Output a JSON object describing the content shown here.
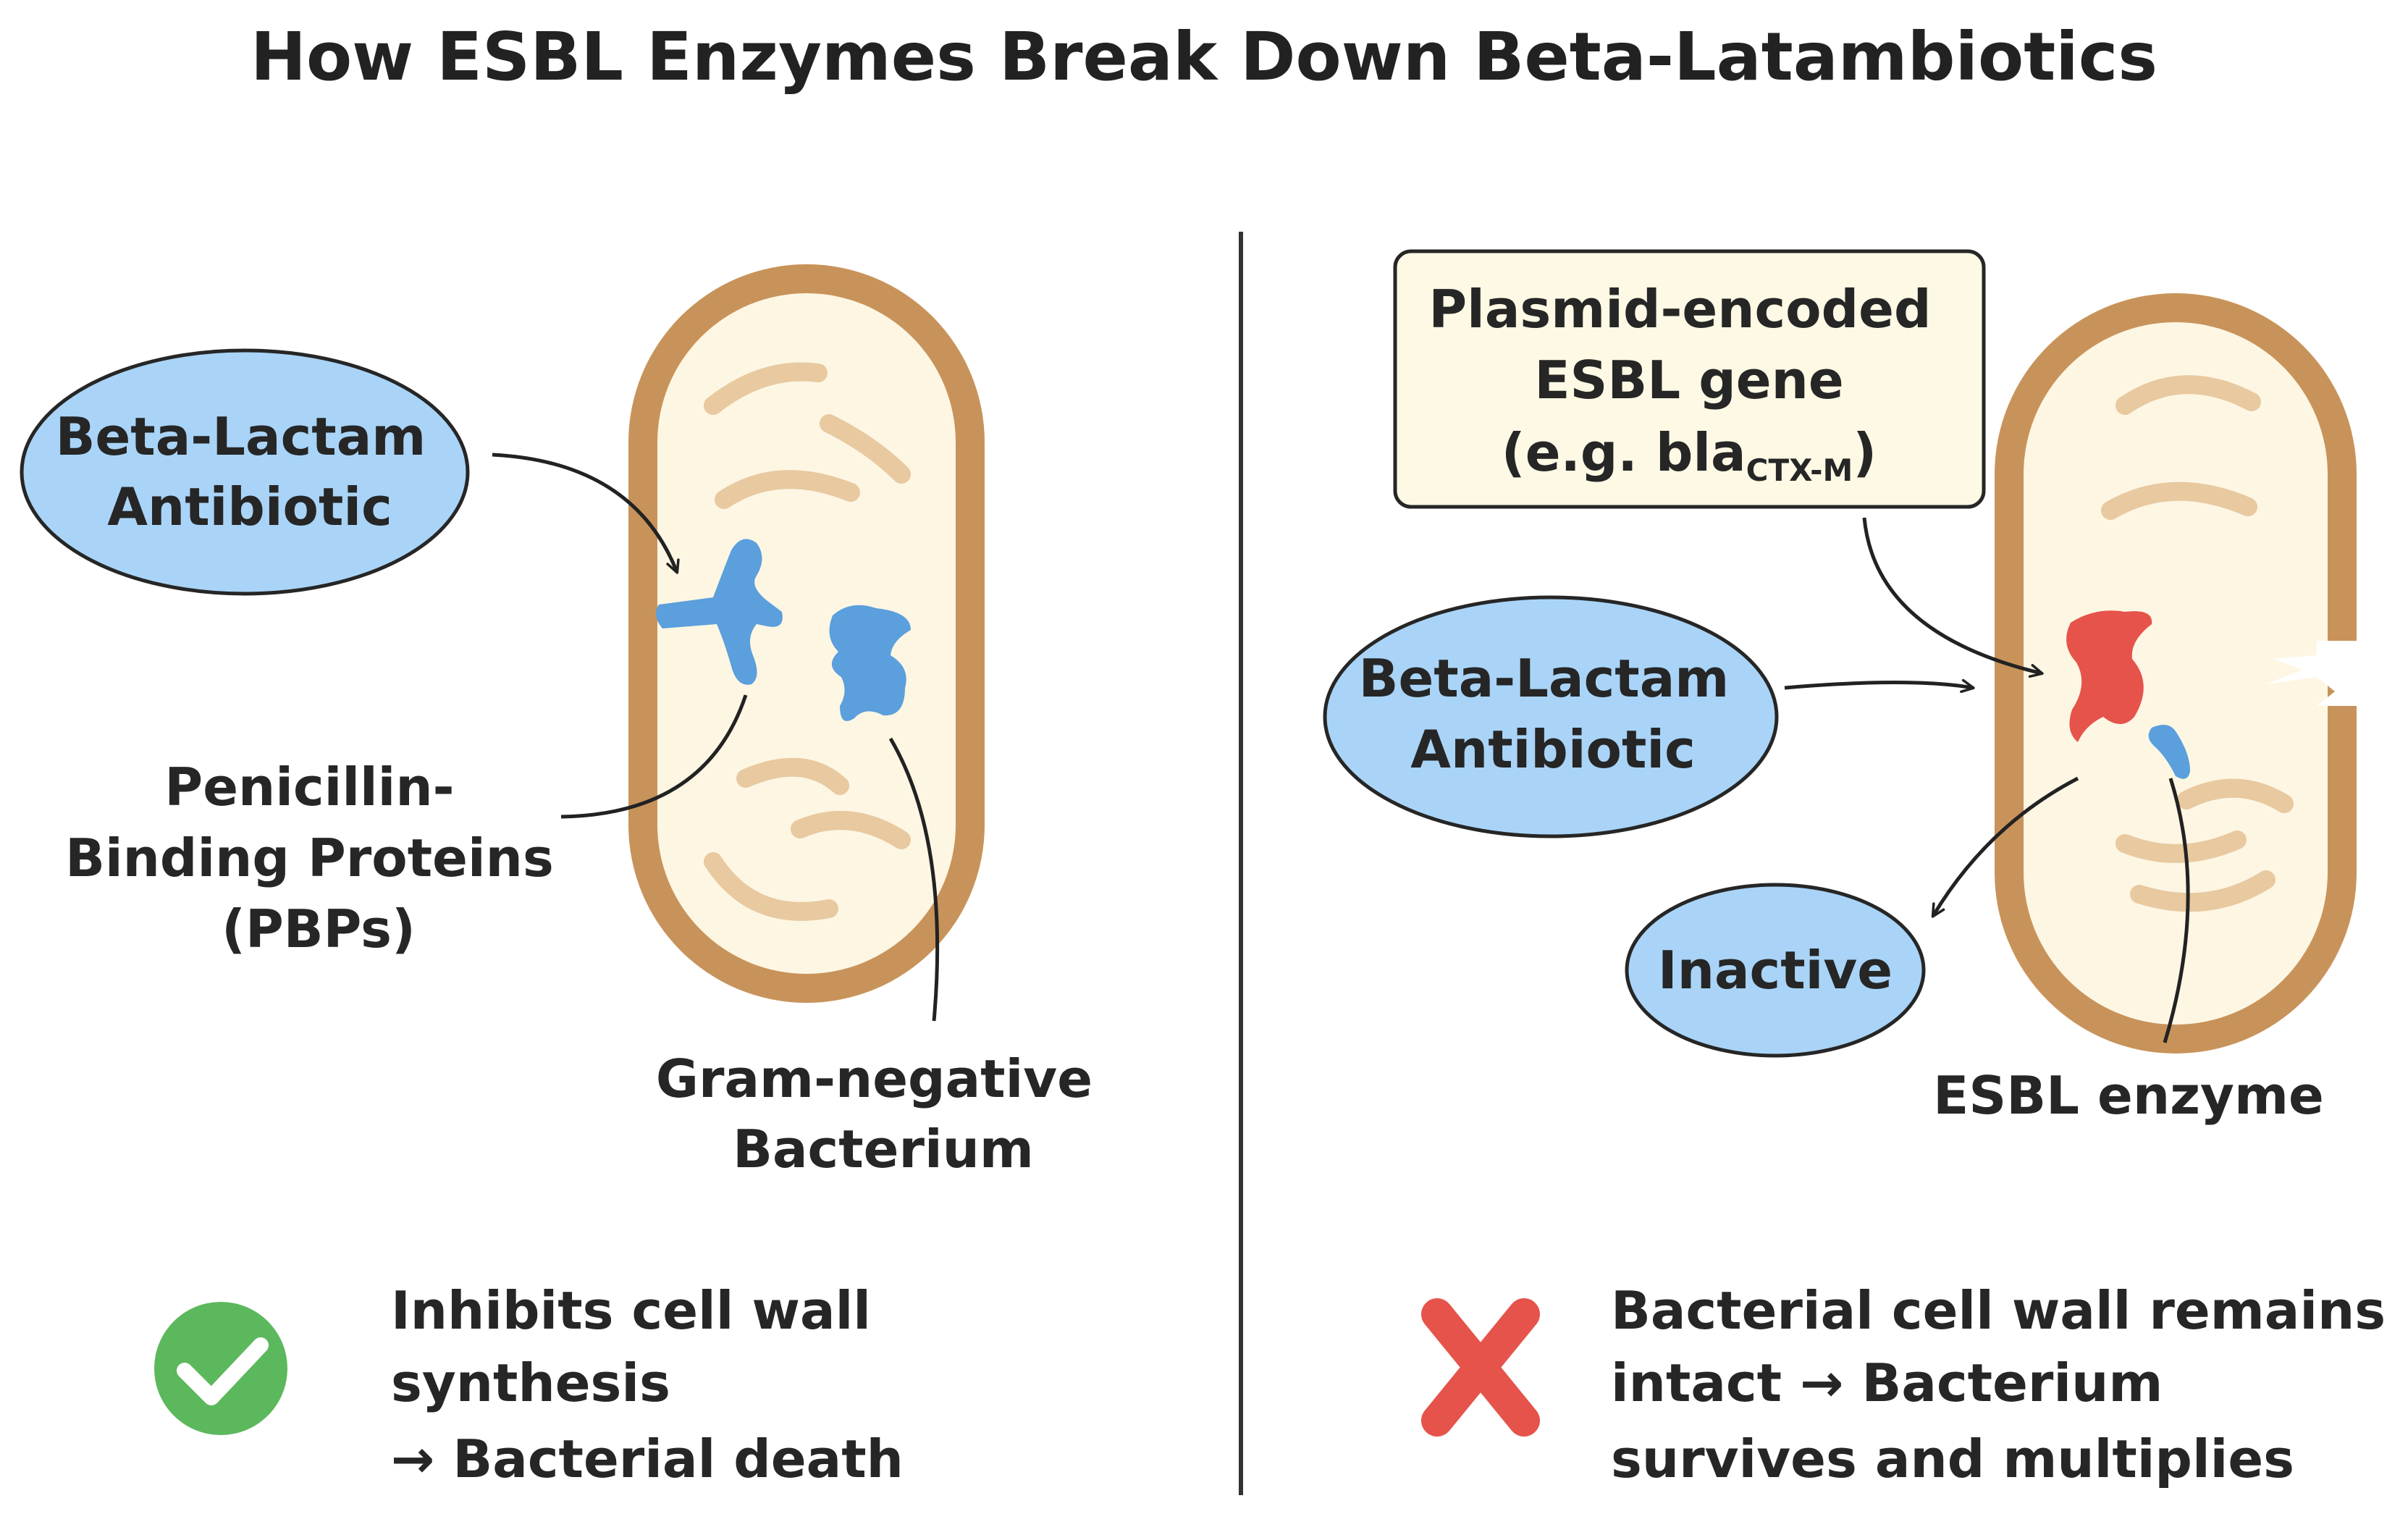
{
  "title": "How ESBL Enzymes Break Down Beta-Latambiotics",
  "left_panel": {
    "antibiotic_label": [
      "Beta-Lactam",
      "Antibiotic"
    ],
    "pbp_label": [
      "Penicillin-",
      "Binding Proteins",
      "(PBPs)"
    ],
    "bacterium_label": [
      "Gram-negative",
      "Bacterium"
    ],
    "outcome": [
      "Inhibits cell wall",
      "synthesis",
      "→ Bacterial death"
    ],
    "outcome_icon": "check-circle-icon"
  },
  "right_panel": {
    "gene_box": {
      "line1": "Plasmid-encoded",
      "line2": "ESBL gene",
      "line3_prefix": "(e.g. bla",
      "line3_subscript": "CTX-M",
      "line3_suffix": ")"
    },
    "antibiotic_label": [
      "Beta-Lactam",
      "Antibiotic"
    ],
    "inactive_label": "Inactive",
    "enzyme_label": "ESBL enzyme",
    "outcome": [
      "Bacterial cell wall remains",
      "intact → Bacterium",
      "survives and multiplies"
    ],
    "outcome_icon": "x-mark-icon"
  },
  "colors": {
    "cell_wall": "#c8935a",
    "cytoplasm": "#fdf6e3",
    "dna_strand": "#e8c9a0",
    "antibiotic_fill": "#a9d4f7",
    "protein_blue": "#5b9fdc",
    "esbl_red": "#e5534b",
    "gene_box_fill": "#fdf9e4",
    "check_green": "#5cb85c",
    "cross_red": "#e5534b",
    "text": "#262626"
  }
}
